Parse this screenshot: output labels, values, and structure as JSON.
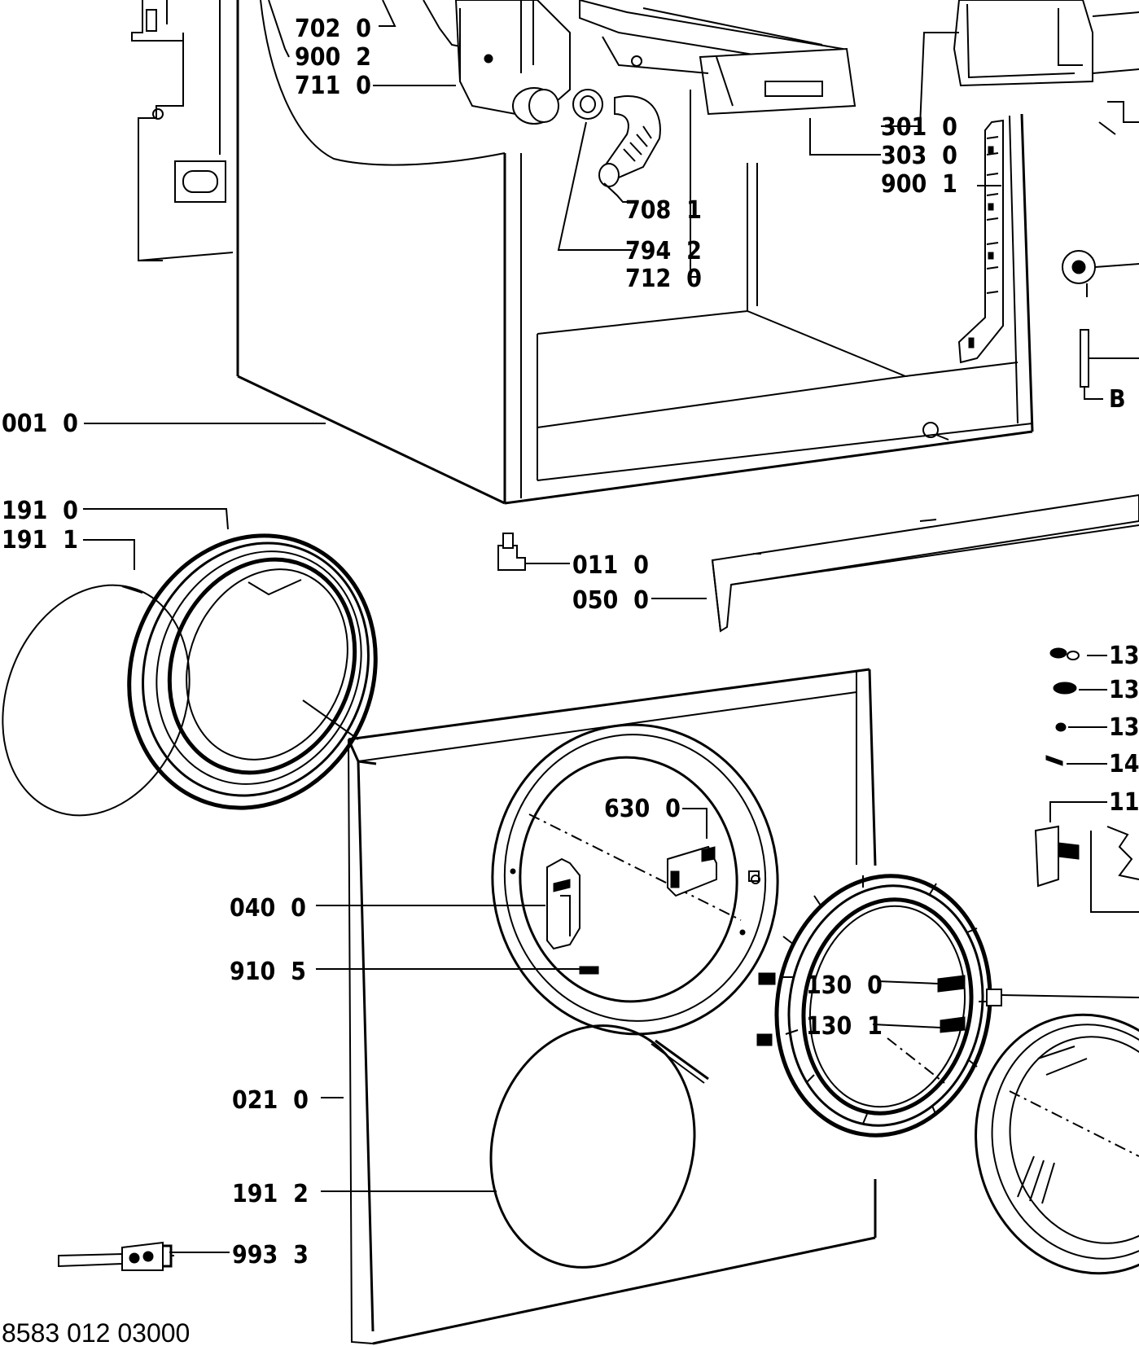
{
  "labels": {
    "l702_0": "702  0",
    "l900_2": "900  2",
    "l711_0": "711  0",
    "l301_0": "301  0",
    "l303_0": "303  0",
    "l900_1": "900  1",
    "l708_1": "708  1",
    "l794_2": "794  2",
    "l712_0": "712  0",
    "l001_0": "001  0",
    "lB": "B",
    "l191_0": "191  0",
    "l191_1": "191  1",
    "l011_0": "011  0",
    "l050_0": "050  0",
    "l13a": "13",
    "l13b": "13",
    "l13c": "13",
    "l14": "14",
    "l11": "11",
    "l630_0": "630  0",
    "l040_0": "040  0",
    "l910_5": "910  5",
    "l130_0": "130  0",
    "l130_1": "130  1",
    "l021_0": "021  0",
    "l191_2": "191  2",
    "l993_3": "993  3"
  },
  "footer": {
    "code": "8583 012 03000"
  }
}
